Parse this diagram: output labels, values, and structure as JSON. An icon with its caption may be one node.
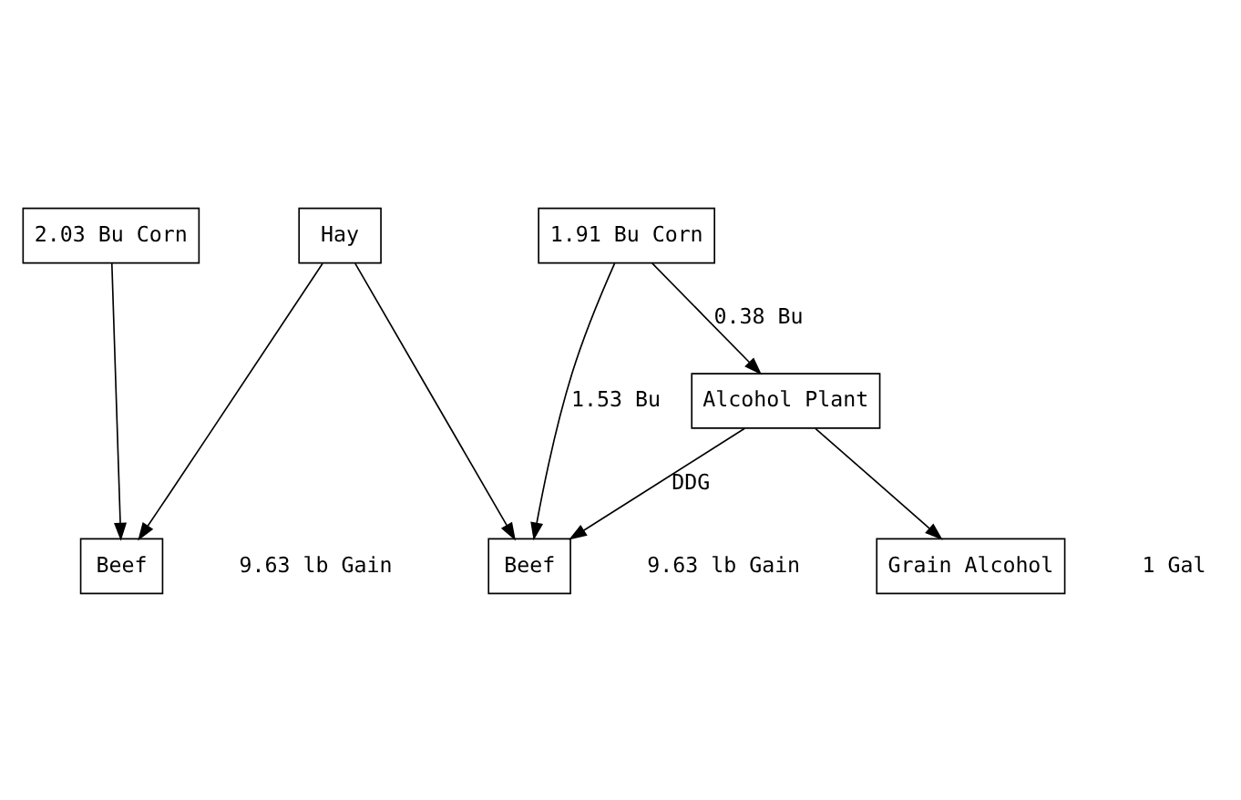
{
  "diagram": {
    "nodes": [
      {
        "text": [
          "2.03 Bu Corn"
        ]
      },
      {
        "text": [
          "Hay"
        ]
      },
      {
        "text": [
          "1.91 Bu Corn"
        ]
      },
      {
        "text": [
          "Alcohol Plant"
        ]
      },
      {
        "text": [
          "Beef"
        ],
        "beside": [
          "9.63 lb Gain"
        ]
      },
      {
        "text": [
          "Beef"
        ],
        "beside": [
          "9.63 lb Gain"
        ]
      },
      {
        "text": [
          "Grain Alcohol"
        ],
        "beside": [
          "1 Gal"
        ]
      }
    ],
    "edges": [
      {
        "from": 0,
        "to": 4,
        "arrow": "to"
      },
      {
        "from": 1,
        "to": 4,
        "arrow": "to"
      },
      {
        "from": 1,
        "to": 5,
        "arrow": "to"
      },
      {
        "from": 2,
        "to": 5,
        "arrow": "to",
        "label": "1.53 Bu"
      },
      {
        "from": 2,
        "to": 3,
        "arrow": "to",
        "label": "0.38 Bu"
      },
      {
        "from": 3,
        "to": 5,
        "arrow": "to",
        "label": "DDG"
      },
      {
        "from": 3,
        "to": 6,
        "arrow": "to"
      }
    ]
  }
}
